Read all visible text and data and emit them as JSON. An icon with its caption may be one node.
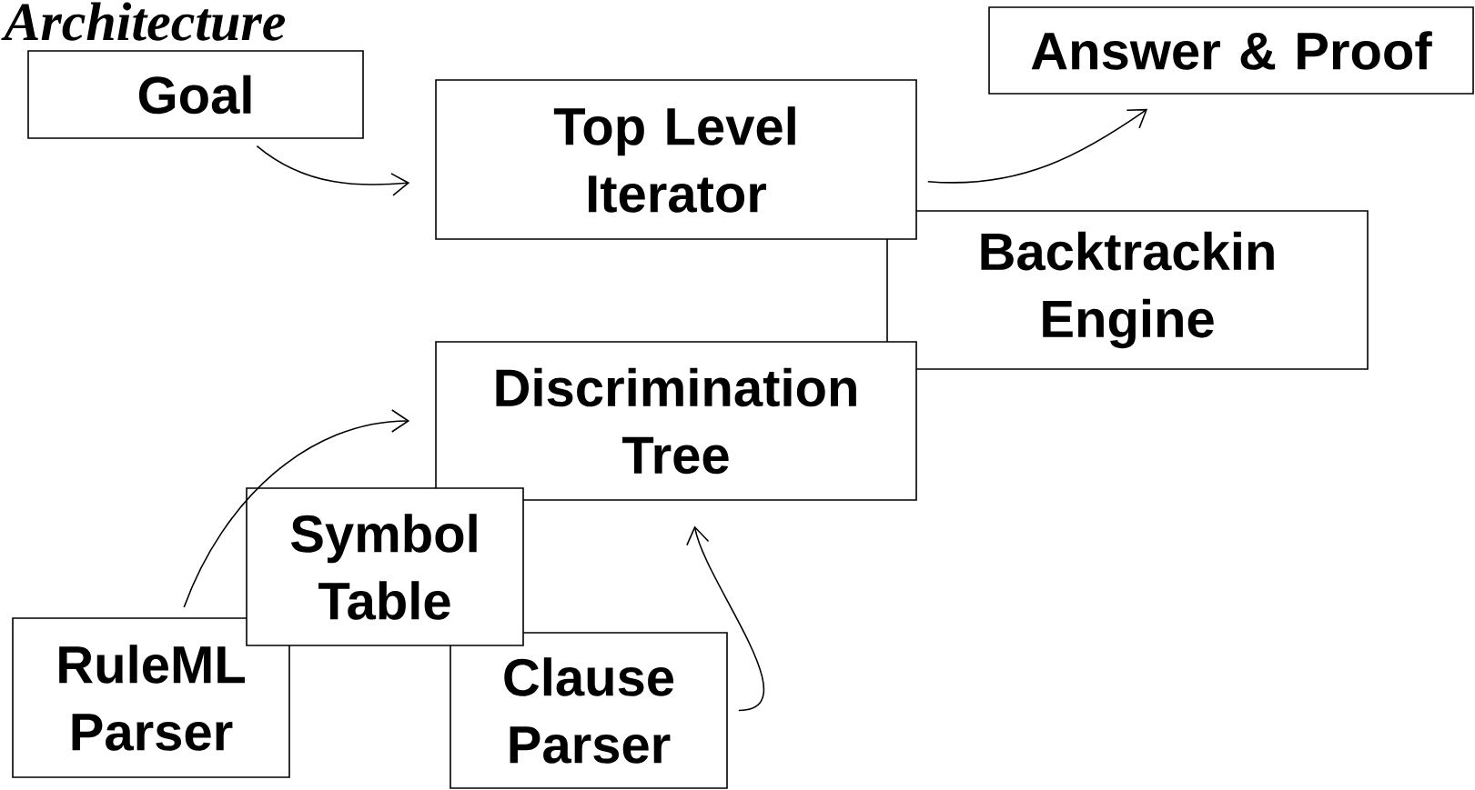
{
  "diagram": {
    "title": "Architecture",
    "nodes": [
      {
        "text": [
          "Goal"
        ]
      },
      {
        "text": [
          "Top Level Iterator"
        ]
      },
      {
        "text": [
          "Answer & Proof"
        ]
      },
      {
        "text": [
          "Backtrackin Engine"
        ]
      },
      {
        "text": [
          "Discrimination Tree"
        ]
      },
      {
        "text": [
          "Symbol Table"
        ]
      },
      {
        "text": [
          "RuleML Parser"
        ]
      },
      {
        "text": [
          "Clause Parser"
        ]
      }
    ],
    "edges": [
      {
        "from": 0,
        "to": 1,
        "arrow": "to"
      },
      {
        "from": 1,
        "to": 2,
        "arrow": "to"
      },
      {
        "from": 6,
        "to": 4,
        "arrow": "to"
      },
      {
        "from": 7,
        "to": 4,
        "arrow": "to"
      }
    ]
  }
}
